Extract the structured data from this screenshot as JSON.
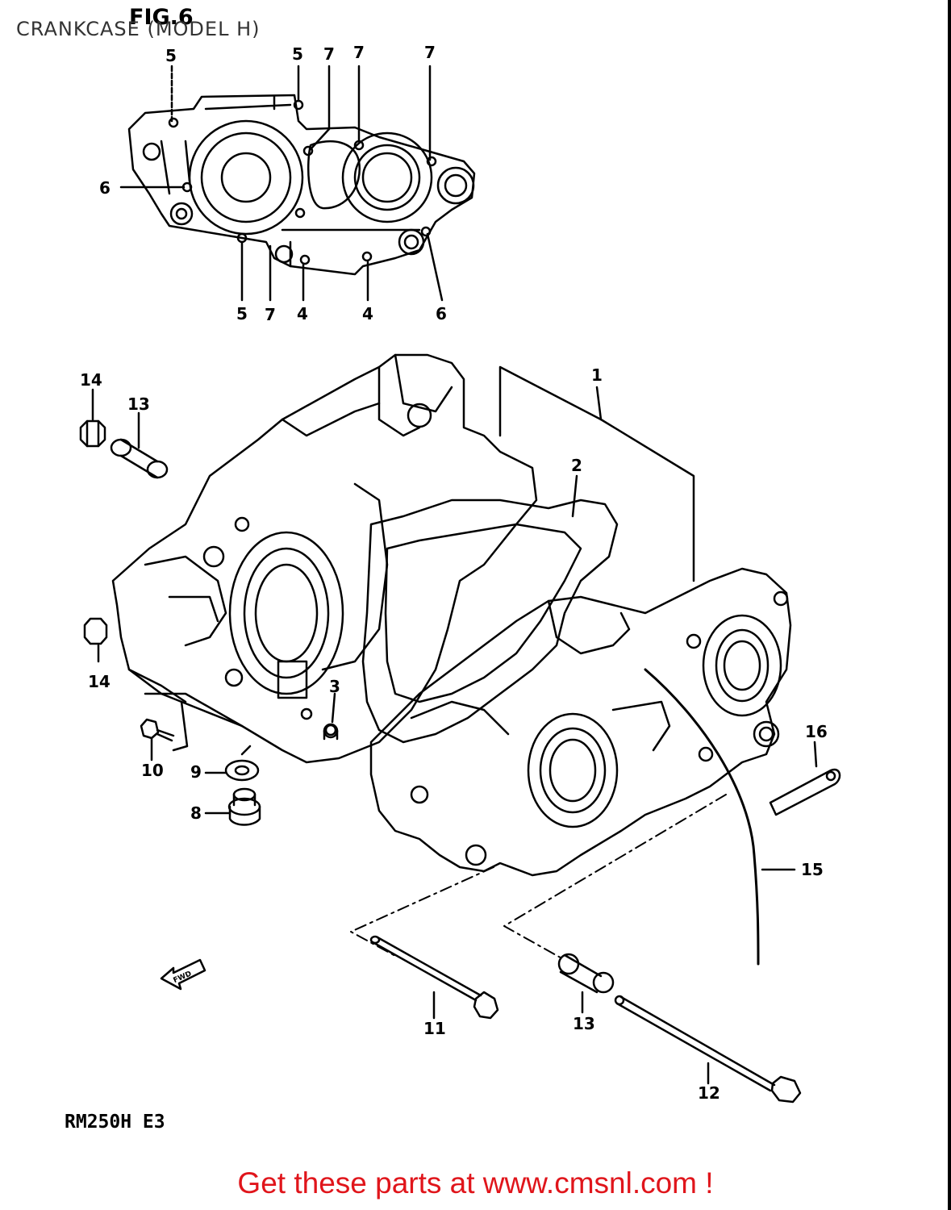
{
  "header": {
    "title": "CRANKCASE (MODEL H)",
    "figure": "FIG.6"
  },
  "model_code": "RM250H E3",
  "direction_marker": "FWD",
  "footer": {
    "text": "Get these parts at www.cmsnl.com !"
  },
  "callouts": [
    "1",
    "2",
    "3",
    "4",
    "4",
    "5",
    "5",
    "5",
    "6",
    "6",
    "7",
    "7",
    "7",
    "7",
    "8",
    "9",
    "10",
    "11",
    "12",
    "13",
    "13",
    "14",
    "14",
    "15",
    "16"
  ],
  "colors": {
    "line": "#000000",
    "footer": "#e0151b",
    "background": "#ffffff"
  }
}
